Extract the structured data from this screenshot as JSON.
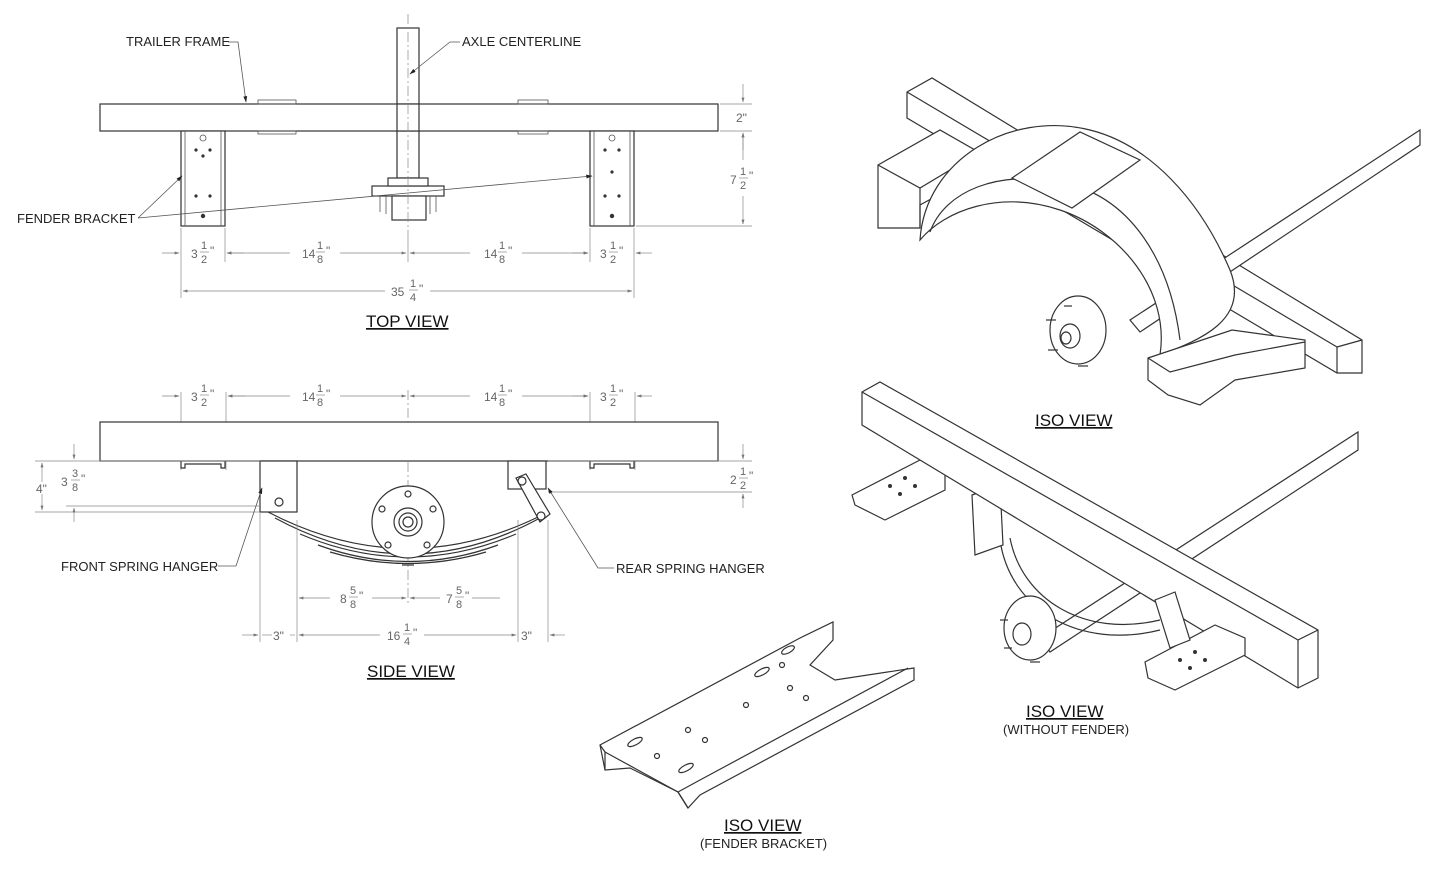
{
  "labels": {
    "trailer_frame": "TRAILER FRAME",
    "axle_centerline": "AXLE CENTERLINE",
    "fender_bracket": "FENDER BRACKET",
    "front_spring_hanger": "FRONT SPRING HANGER",
    "rear_spring_hanger": "REAR SPRING HANGER"
  },
  "views": {
    "top": "TOP VIEW",
    "side": "SIDE VIEW",
    "iso": "ISO VIEW",
    "iso_no_fender": "ISO VIEW",
    "iso_no_fender_sub": "(WITHOUT FENDER)",
    "iso_bracket": "ISO VIEW",
    "iso_bracket_sub": "(FENDER BRACKET)"
  },
  "dimensions": {
    "top": {
      "frame_height": "2\"",
      "bracket_depth": {
        "whole": "7",
        "num": "1",
        "den": "2"
      },
      "bracket_width_left": {
        "whole": "3",
        "num": "1",
        "den": "2"
      },
      "span_left": {
        "whole": "14",
        "num": "1",
        "den": "8"
      },
      "span_right": {
        "whole": "14",
        "num": "1",
        "den": "8"
      },
      "bracket_width_right": {
        "whole": "3",
        "num": "1",
        "den": "2"
      },
      "overall": {
        "whole": "35",
        "num": "1",
        "den": "4"
      }
    },
    "side": {
      "bracket_width_left": {
        "whole": "3",
        "num": "1",
        "den": "2"
      },
      "span_left": {
        "whole": "14",
        "num": "1",
        "den": "8"
      },
      "span_right": {
        "whole": "14",
        "num": "1",
        "den": "8"
      },
      "bracket_width_right": {
        "whole": "3",
        "num": "1",
        "den": "2"
      },
      "drop": "4\"",
      "drop_inner": {
        "whole": "3",
        "num": "3",
        "den": "8"
      },
      "rear_hanger": {
        "whole": "2",
        "num": "1",
        "den": "2"
      },
      "spring_front": {
        "whole": "8",
        "num": "5",
        "den": "8"
      },
      "spring_rear": {
        "whole": "7",
        "num": "5",
        "den": "8"
      },
      "hanger_front": "3\"",
      "spring_total": {
        "whole": "16",
        "num": "1",
        "den": "4"
      },
      "hanger_rear": "3\""
    }
  }
}
